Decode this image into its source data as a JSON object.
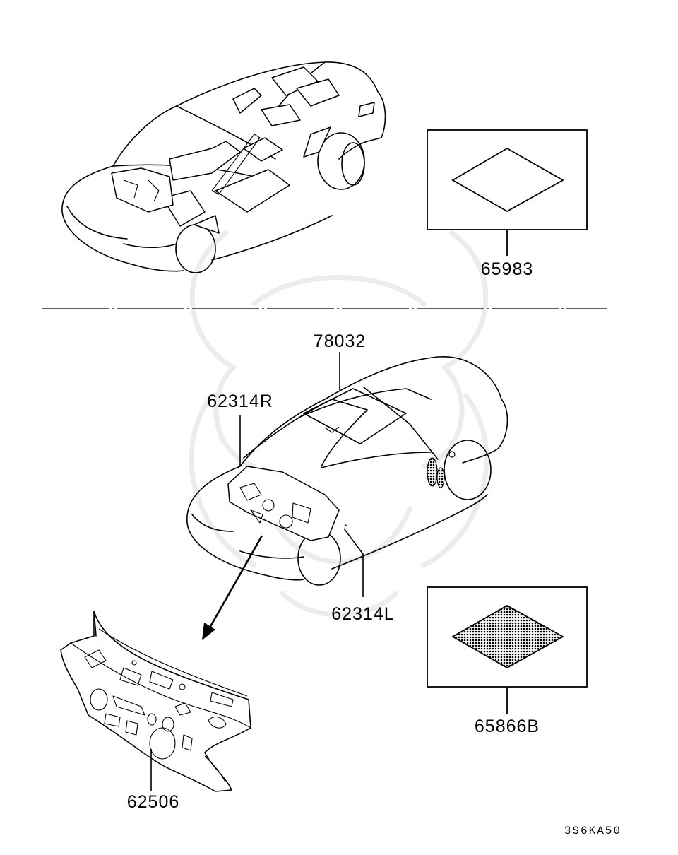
{
  "parts": {
    "p65983": "65983",
    "p78032": "78032",
    "p62314R": "62314R",
    "p62314L": "62314L",
    "p65866B": "65866B",
    "p62506": "62506"
  },
  "diagram_code": "3S6KA50"
}
